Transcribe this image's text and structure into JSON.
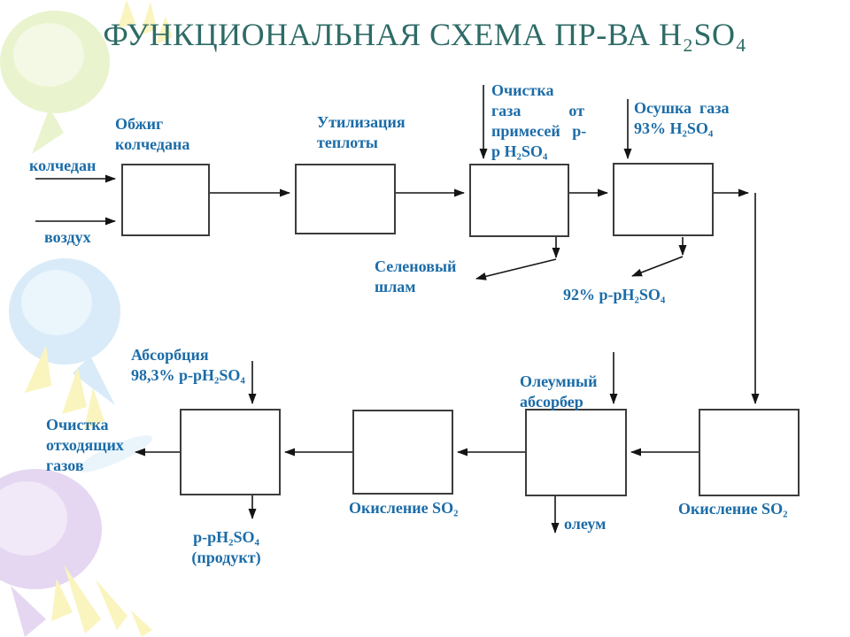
{
  "slide": {
    "title": "ФУНКЦИОНАЛЬНАЯ СХЕМА ПР-ВА H₂SO₄"
  },
  "colors": {
    "title-color": "#2E6B66",
    "label-color": "#1B6CA8",
    "box-border": "#3C3C3C",
    "arrow-color": "#141414",
    "balloon-green": "#E9F3CD",
    "balloon-blue": "#D9EBF8",
    "balloon-purple": "#E5D7F1",
    "sparkle-yellow": "#FAF4BE"
  },
  "diagram": {
    "inputs": {
      "pyrite": "колчедан",
      "air": "воздух"
    },
    "stages": {
      "roasting": "Обжиг\nколчедана",
      "heat_recovery": "Утилизация\nтеплоты",
      "gas_cleaning": "Очистка\nгаза            от\nпримесей   р-\nр H₂SO₄",
      "drying": "Осушка  газа\n93% H₂SO₄",
      "absorption": "Абсорбция\n98,3% р-рH₂SO₄",
      "oxidation_1": "Окисление SO₂",
      "oleum_absorber": "Олеумный\nабсорбер",
      "oxidation_2": "Окисление SO₂"
    },
    "outputs": {
      "selenium_sludge": "Селеновый\nшлам",
      "acid_92": "92% р-рH₂SO₄",
      "waste_gas": "Очистка\nотходящих\nгазов",
      "product": "р-рH₂SO₄\n(продукт)",
      "oleum": "олеум"
    }
  }
}
